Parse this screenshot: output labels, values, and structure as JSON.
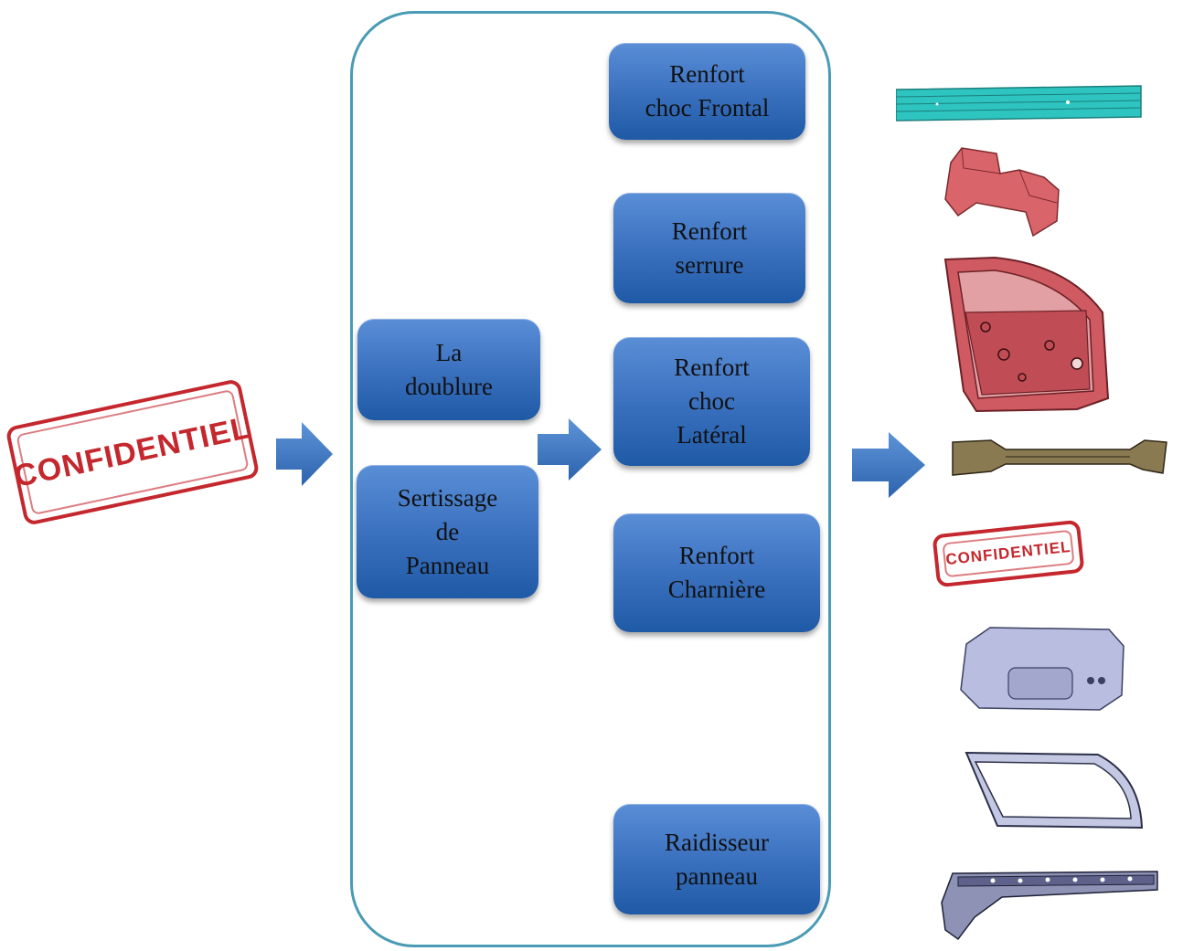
{
  "stamp": {
    "text": "CONFIDENTIEL",
    "color": "#c4272d"
  },
  "colors": {
    "node_fill": "#3e74c2",
    "container_border": "#4a9bb5",
    "arrow": "#3a78c0"
  },
  "column1": [
    {
      "label": "La\ndoublure"
    },
    {
      "label": "Sertissage\nde\nPanneau"
    }
  ],
  "column2": [
    {
      "label": "Renfort\nchoc Frontal"
    },
    {
      "label": "Renfort\nserrure"
    },
    {
      "label": "Renfort\nchoc\nLatéral"
    },
    {
      "label": "Renfort\nCharnière"
    },
    {
      "label": "Raidisseur\npanneau"
    }
  ],
  "parts": [
    {
      "name": "beam-part",
      "color": "#2ec4c0"
    },
    {
      "name": "lock-reinforcement-part",
      "color": "#d9646a"
    },
    {
      "name": "door-inner-panel-part",
      "color": "#cf5a62"
    },
    {
      "name": "side-impact-beam-part",
      "color": "#8a7a52"
    },
    {
      "name": "confidential-stamp",
      "text": "CONFIDENTIEL"
    },
    {
      "name": "hinge-reinforcement-part",
      "color": "#b9bde0"
    },
    {
      "name": "window-frame-part",
      "color": "#b9bde0"
    },
    {
      "name": "panel-stiffener-part",
      "color": "#8e92b5"
    }
  ]
}
